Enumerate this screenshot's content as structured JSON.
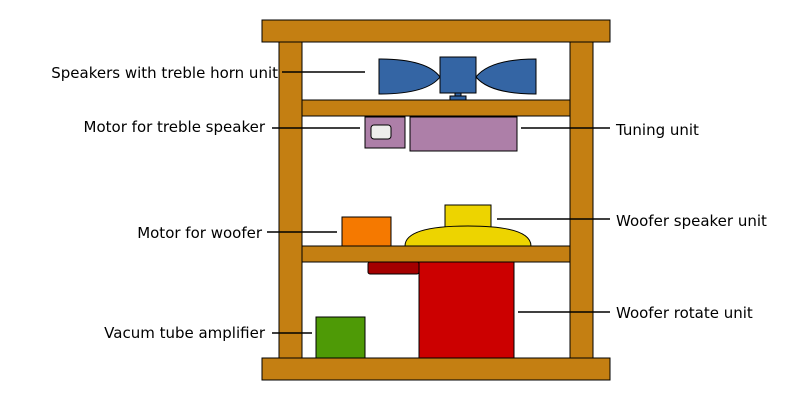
{
  "labels": {
    "speakers_treble_horn": "Speakers with treble horn unit",
    "motor_treble": "Motor for treble speaker",
    "motor_woofer": "Motor for woofer",
    "vacuum_amp": "Vacum tube amplifier",
    "tuning_unit": "Tuning unit",
    "woofer_speaker": "Woofer speaker unit",
    "woofer_rotate": "Woofer rotate unit"
  },
  "colors": {
    "wood": "#c47f12",
    "speaker_blue": "#3465a4",
    "purple": "#ad7fa8",
    "orange": "#f57900",
    "yellow": "#edd400",
    "red": "#cc0000",
    "dark_red": "#a40000",
    "green": "#4e9a06",
    "knob": "#eeeeec",
    "outline": "#000000"
  }
}
